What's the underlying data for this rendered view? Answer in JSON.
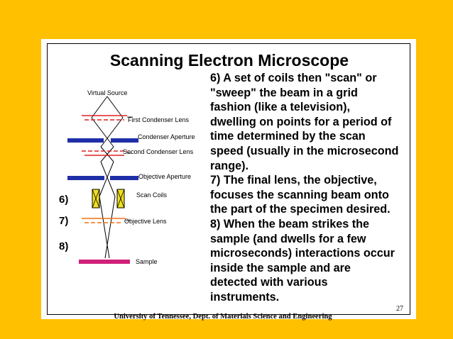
{
  "slide": {
    "title": "Scanning Electron Microscope",
    "body_lines": [
      "6) A set of coils then \"scan\" or",
      "\"sweep\" the beam in a grid",
      "fashion (like a television),",
      "dwelling on points for a period of",
      "time determined by the scan",
      "speed (usually in the microsecond",
      "range).",
      "7) The final lens, the objective,",
      "focuses the scanning beam onto",
      "the part of the specimen desired.",
      "8) When the beam strikes the",
      "sample (and dwells for a few",
      "microseconds) interactions occur",
      "inside the sample and are",
      "detected with various",
      "instruments."
    ],
    "page_number": "27",
    "footer": "University of Tennessee, Dept. of Materials Science and Engineering"
  },
  "diagram": {
    "labels": {
      "virtual_source": "Virtual Source",
      "first_condenser_lens": "First Condenser Lens",
      "condenser_aperture": "Condenser Aperture",
      "second_condenser_lens": "Second Condenser Lens",
      "objective_aperture": "Objective Aperture",
      "scan_coils": "Scan Coils",
      "objective_lens": "Objective Lens",
      "sample": "Sample"
    },
    "step_markers": [
      "6)",
      "7)",
      "8)"
    ],
    "colors": {
      "background": "#FFC000",
      "aperture_plates": "#1F2FA8",
      "condenser_lens": "#E02020",
      "objective_lens": "#F07010",
      "scan_coils": "#F0E020",
      "sample": "#D0207A"
    }
  }
}
